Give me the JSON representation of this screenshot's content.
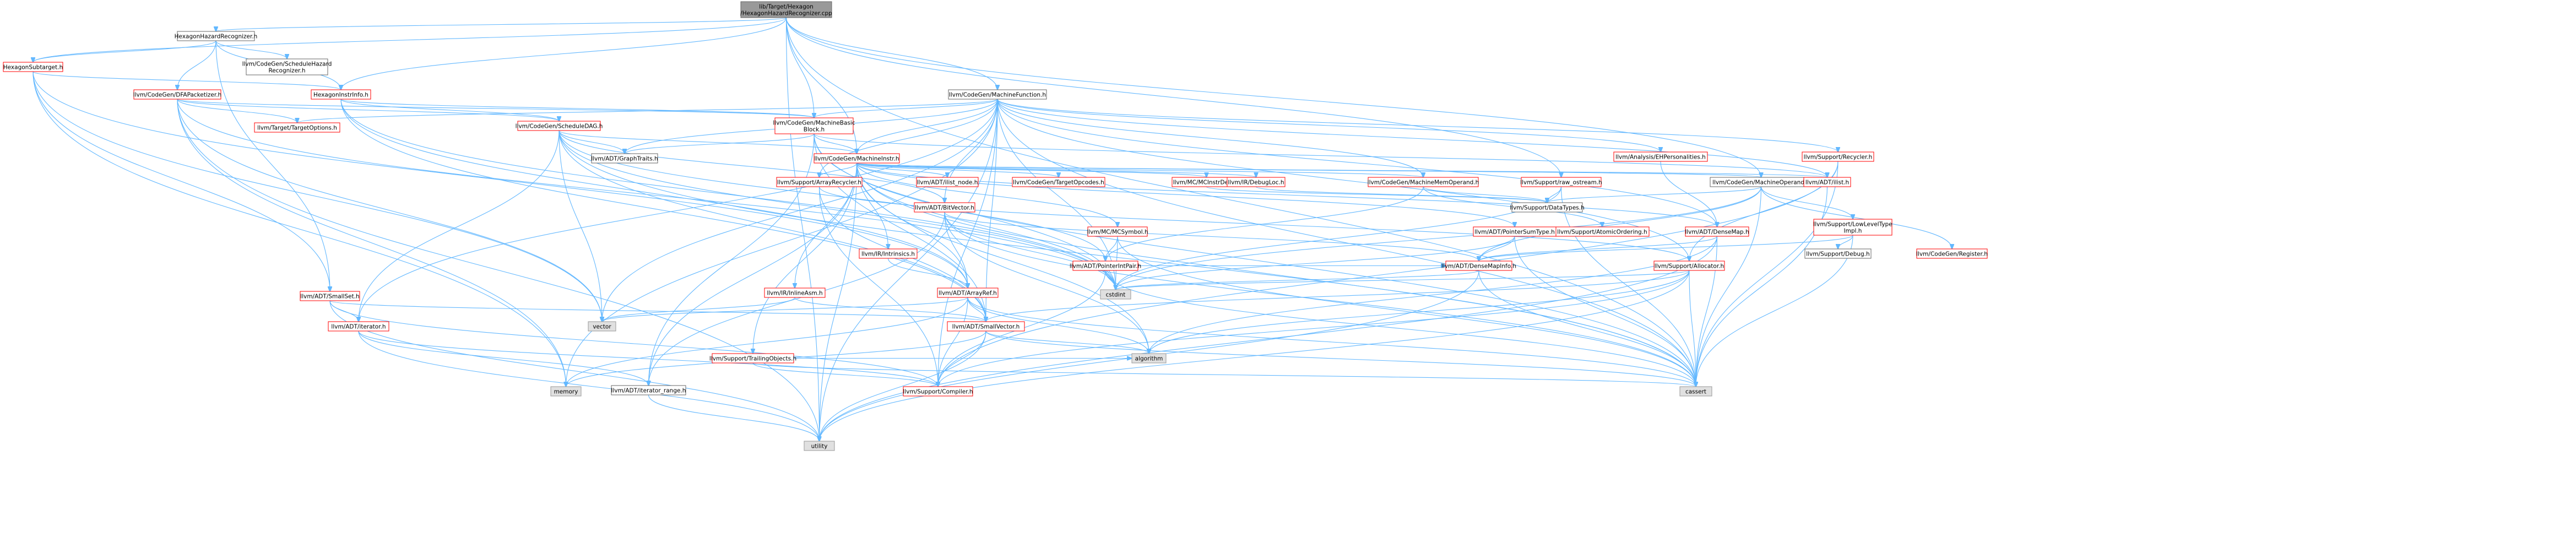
{
  "page_title": "",
  "colors": {
    "edge": "#63b8ff",
    "node_border_default": "#ff0000",
    "node_border_leaf": "#999999",
    "node_border_plain": "#666666",
    "node_fill_default": "#ffffff",
    "node_fill_root": "#999999",
    "node_fill_leaf": "#e0e0e0",
    "text": "#000000"
  },
  "nodes": [
    {
      "id": "root",
      "lines": [
        "lib/Target/Hexagon",
        "/HexagonHazardRecognizer.cpp"
      ],
      "kind": "root"
    },
    {
      "id": "hhr",
      "lines": [
        "HexagonHazardRecognizer.h"
      ],
      "kind": "plain"
    },
    {
      "id": "hst",
      "lines": [
        "HexagonSubtarget.h"
      ],
      "kind": "default"
    },
    {
      "id": "csh",
      "lines": [
        "llvm/CodeGen/ScheduleHazard",
        "Recognizer.h"
      ],
      "kind": "plain"
    },
    {
      "id": "hii",
      "lines": [
        "HexagonInstrInfo.h"
      ],
      "kind": "default"
    },
    {
      "id": "dfa",
      "lines": [
        "llvm/CodeGen/DFAPacketizer.h"
      ],
      "kind": "default"
    },
    {
      "id": "tto",
      "lines": [
        "llvm/Target/TargetOptions.h"
      ],
      "kind": "default"
    },
    {
      "id": "mf",
      "lines": [
        "llvm/CodeGen/MachineFunction.h"
      ],
      "kind": "plain"
    },
    {
      "id": "sdag",
      "lines": [
        "llvm/CodeGen/ScheduleDAG.h"
      ],
      "kind": "default"
    },
    {
      "id": "mbb",
      "lines": [
        "llvm/CodeGen/MachineBasic",
        "Block.h"
      ],
      "kind": "default"
    },
    {
      "id": "gt",
      "lines": [
        "llvm/ADT/GraphTraits.h"
      ],
      "kind": "plain"
    },
    {
      "id": "mi",
      "lines": [
        "llvm/CodeGen/MachineInstr.h"
      ],
      "kind": "default"
    },
    {
      "id": "ehp",
      "lines": [
        "llvm/Analysis/EHPersonalities.h"
      ],
      "kind": "default"
    },
    {
      "id": "mo",
      "lines": [
        "llvm/CodeGen/MachineOperand.h"
      ],
      "kind": "plain"
    },
    {
      "id": "rec",
      "lines": [
        "llvm/Support/Recycler.h"
      ],
      "kind": "default"
    },
    {
      "id": "ilist",
      "lines": [
        "llvm/ADT/ilist.h"
      ],
      "kind": "default"
    },
    {
      "id": "ar",
      "lines": [
        "llvm/Support/ArrayRecycler.h"
      ],
      "kind": "default"
    },
    {
      "id": "iln",
      "lines": [
        "llvm/ADT/ilist_node.h"
      ],
      "kind": "default"
    },
    {
      "id": "tgo",
      "lines": [
        "llvm/CodeGen/TargetOpcodes.h"
      ],
      "kind": "default"
    },
    {
      "id": "mcid",
      "lines": [
        "llvm/MC/MCInstrDesc.h"
      ],
      "kind": "default"
    },
    {
      "id": "dl",
      "lines": [
        "llvm/IR/DebugLoc.h"
      ],
      "kind": "default"
    },
    {
      "id": "mmo",
      "lines": [
        "llvm/CodeGen/MachineMemOperand.h"
      ],
      "kind": "default"
    },
    {
      "id": "ros",
      "lines": [
        "llvm/Support/raw_ostream.h"
      ],
      "kind": "default"
    },
    {
      "id": "dt",
      "lines": [
        "llvm/Support/DataTypes.h"
      ],
      "kind": "plain"
    },
    {
      "id": "ao",
      "lines": [
        "llvm/Support/AtomicOrdering.h"
      ],
      "kind": "default"
    },
    {
      "id": "llt",
      "lines": [
        "llvm/Support/LowLevelType",
        "Impl.h"
      ],
      "kind": "default"
    },
    {
      "id": "sdbg",
      "lines": [
        "llvm/Support/Debug.h"
      ],
      "kind": "plain"
    },
    {
      "id": "cgr",
      "lines": [
        "llvm/CodeGen/Register.h"
      ],
      "kind": "default"
    },
    {
      "id": "dm",
      "lines": [
        "llvm/ADT/DenseMap.h"
      ],
      "kind": "default"
    },
    {
      "id": "bv",
      "lines": [
        "llvm/ADT/BitVector.h"
      ],
      "kind": "default"
    },
    {
      "id": "mcs",
      "lines": [
        "llvm/MC/MCSymbol.h"
      ],
      "kind": "default"
    },
    {
      "id": "pst",
      "lines": [
        "llvm/ADT/PointerSumType.h"
      ],
      "kind": "default"
    },
    {
      "id": "alloc",
      "lines": [
        "llvm/Support/Allocator.h"
      ],
      "kind": "default"
    },
    {
      "id": "intr",
      "lines": [
        "llvm/IR/Intrinsics.h"
      ],
      "kind": "default"
    },
    {
      "id": "pip",
      "lines": [
        "llvm/ADT/PointerIntPair.h"
      ],
      "kind": "default"
    },
    {
      "id": "dmi",
      "lines": [
        "llvm/ADT/DenseMapInfo.h"
      ],
      "kind": "default"
    },
    {
      "id": "arf",
      "lines": [
        "llvm/ADT/ArrayRef.h"
      ],
      "kind": "default"
    },
    {
      "id": "ss",
      "lines": [
        "llvm/ADT/SmallSet.h"
      ],
      "kind": "default"
    },
    {
      "id": "iasm",
      "lines": [
        "llvm/IR/InlineAsm.h"
      ],
      "kind": "default"
    },
    {
      "id": "cstdint",
      "lines": [
        "cstdint"
      ],
      "kind": "leaf"
    },
    {
      "id": "it",
      "lines": [
        "llvm/ADT/iterator.h"
      ],
      "kind": "default"
    },
    {
      "id": "vector",
      "lines": [
        "vector"
      ],
      "kind": "leaf"
    },
    {
      "id": "sv",
      "lines": [
        "llvm/ADT/SmallVector.h"
      ],
      "kind": "default"
    },
    {
      "id": "sto",
      "lines": [
        "llvm/Support/TrailingObjects.h"
      ],
      "kind": "default"
    },
    {
      "id": "memory",
      "lines": [
        "memory"
      ],
      "kind": "leaf"
    },
    {
      "id": "itr",
      "lines": [
        "llvm/ADT/iterator_range.h"
      ],
      "kind": "plain"
    },
    {
      "id": "algorithm",
      "lines": [
        "algorithm"
      ],
      "kind": "leaf"
    },
    {
      "id": "comp",
      "lines": [
        "llvm/Support/Compiler.h"
      ],
      "kind": "default"
    },
    {
      "id": "cassert",
      "lines": [
        "cassert"
      ],
      "kind": "leaf"
    },
    {
      "id": "utility",
      "lines": [
        "utility"
      ],
      "kind": "leaf"
    }
  ],
  "edges": [
    [
      "root",
      "hhr"
    ],
    [
      "root",
      "hii"
    ],
    [
      "root",
      "hst"
    ],
    [
      "root",
      "mf"
    ],
    [
      "root",
      "mbb"
    ],
    [
      "root",
      "mi"
    ],
    [
      "root",
      "mo"
    ],
    [
      "root",
      "ros"
    ],
    [
      "root",
      "cassert"
    ],
    [
      "root",
      "utility"
    ],
    [
      "hhr",
      "csh"
    ],
    [
      "hhr",
      "hst"
    ],
    [
      "hhr",
      "dfa"
    ],
    [
      "hhr",
      "hii"
    ],
    [
      "hhr",
      "ss"
    ],
    [
      "hst",
      "hii"
    ],
    [
      "hst",
      "ss"
    ],
    [
      "hst",
      "vector"
    ],
    [
      "hst",
      "memory"
    ],
    [
      "hst",
      "arf"
    ],
    [
      "hii",
      "mbb"
    ],
    [
      "hii",
      "sdag"
    ],
    [
      "hii",
      "arf"
    ],
    [
      "hii",
      "sv"
    ],
    [
      "hii",
      "cstdint"
    ],
    [
      "dfa",
      "mbb"
    ],
    [
      "dfa",
      "sdag"
    ],
    [
      "dfa",
      "tto"
    ],
    [
      "dfa",
      "cstdint"
    ],
    [
      "dfa",
      "map"
    ],
    [
      "dfa",
      "memory"
    ],
    [
      "dfa",
      "utility"
    ],
    [
      "dfa",
      "vector"
    ],
    [
      "mf",
      "mbb"
    ],
    [
      "mf",
      "mi"
    ],
    [
      "mf",
      "mmo"
    ],
    [
      "mf",
      "ehp"
    ],
    [
      "mf",
      "rec"
    ],
    [
      "mf",
      "ar"
    ],
    [
      "mf",
      "bv"
    ],
    [
      "mf",
      "dm"
    ],
    [
      "mf",
      "gt"
    ],
    [
      "mf",
      "sv"
    ],
    [
      "mf",
      "ilist"
    ],
    [
      "mf",
      "it"
    ],
    [
      "mf",
      "alloc"
    ],
    [
      "mf",
      "comp"
    ],
    [
      "mf",
      "cassert"
    ],
    [
      "mf",
      "cstdint"
    ],
    [
      "mf",
      "memory"
    ],
    [
      "mf",
      "utility"
    ],
    [
      "mf",
      "vector"
    ],
    [
      "mf",
      "tto"
    ],
    [
      "sdag",
      "mi"
    ],
    [
      "sdag",
      "bv"
    ],
    [
      "sdag",
      "pip"
    ],
    [
      "sdag",
      "sv"
    ],
    [
      "sdag",
      "gt"
    ],
    [
      "sdag",
      "it"
    ],
    [
      "sdag",
      "cassert"
    ],
    [
      "sdag",
      "cstdint"
    ],
    [
      "sdag",
      "vector"
    ],
    [
      "mbb",
      "mi"
    ],
    [
      "mbb",
      "gt"
    ],
    [
      "mbb",
      "ilist"
    ],
    [
      "mbb",
      "sv"
    ],
    [
      "mbb",
      "itr"
    ],
    [
      "mbb",
      "cassert"
    ],
    [
      "mbb",
      "cstdint"
    ],
    [
      "mi",
      "mo"
    ],
    [
      "mi",
      "mmo"
    ],
    [
      "mi",
      "ar"
    ],
    [
      "mi",
      "dm"
    ],
    [
      "mi",
      "pst"
    ],
    [
      "mi",
      "iln"
    ],
    [
      "mi",
      "itr"
    ],
    [
      "mi",
      "tgo"
    ],
    [
      "mi",
      "mcid"
    ],
    [
      "mi",
      "mcs"
    ],
    [
      "mi",
      "dl"
    ],
    [
      "mi",
      "iasm"
    ],
    [
      "mi",
      "intr"
    ],
    [
      "mi",
      "arf"
    ],
    [
      "mi",
      "sto"
    ],
    [
      "mi",
      "ilist"
    ],
    [
      "mi",
      "cassert"
    ],
    [
      "mi",
      "cstdint"
    ],
    [
      "mi",
      "utility"
    ],
    [
      "mi",
      "algorithm"
    ],
    [
      "mo",
      "ilist"
    ],
    [
      "mo",
      "dmi"
    ],
    [
      "mo",
      "llt"
    ],
    [
      "mo",
      "cgr"
    ],
    [
      "mo",
      "dt"
    ],
    [
      "mo",
      "cassert"
    ],
    [
      "mo",
      "cstdint"
    ],
    [
      "ehp",
      "dm"
    ],
    [
      "rec",
      "alloc"
    ],
    [
      "rec",
      "comp"
    ],
    [
      "rec",
      "cassert"
    ],
    [
      "ilist",
      "cassert"
    ],
    [
      "ar",
      "sv"
    ],
    [
      "ar",
      "alloc"
    ],
    [
      "ar",
      "comp"
    ],
    [
      "mmo",
      "ao"
    ],
    [
      "mmo",
      "dt"
    ],
    [
      "mmo",
      "pip"
    ],
    [
      "ros",
      "dt"
    ],
    [
      "ros",
      "cassert"
    ],
    [
      "ros",
      "cstdint"
    ],
    [
      "dl",
      "dt"
    ],
    [
      "mcid",
      "dt"
    ],
    [
      "llt",
      "sdbg"
    ],
    [
      "llt",
      "cassert"
    ],
    [
      "llt",
      "dmi"
    ],
    [
      "dm",
      "dmi"
    ],
    [
      "dm",
      "algorithm"
    ],
    [
      "dm",
      "cassert"
    ],
    [
      "dm",
      "utility"
    ],
    [
      "bv",
      "arf"
    ],
    [
      "bv",
      "dmi"
    ],
    [
      "bv",
      "itr"
    ],
    [
      "bv",
      "algorithm"
    ],
    [
      "bv",
      "cassert"
    ],
    [
      "bv",
      "cstdint"
    ],
    [
      "mcs",
      "pip"
    ],
    [
      "mcs",
      "cstdint"
    ],
    [
      "mcs",
      "cassert"
    ],
    [
      "pst",
      "dmi"
    ],
    [
      "pst",
      "cassert"
    ],
    [
      "pst",
      "cstdint"
    ],
    [
      "alloc",
      "comp"
    ],
    [
      "alloc",
      "sv"
    ],
    [
      "alloc",
      "cassert"
    ],
    [
      "alloc",
      "cstdint"
    ],
    [
      "alloc",
      "algorithm"
    ],
    [
      "alloc",
      "utility"
    ],
    [
      "intr",
      "arf"
    ],
    [
      "pip",
      "dmi"
    ],
    [
      "pip",
      "comp"
    ],
    [
      "pip",
      "cassert"
    ],
    [
      "pip",
      "cstdint"
    ],
    [
      "dmi",
      "cassert"
    ],
    [
      "dmi",
      "cstdint"
    ],
    [
      "dmi",
      "utility"
    ],
    [
      "arf",
      "sv"
    ],
    [
      "arf",
      "comp"
    ],
    [
      "arf",
      "algorithm"
    ],
    [
      "arf",
      "cassert"
    ],
    [
      "arf",
      "memory"
    ],
    [
      "arf",
      "vector"
    ],
    [
      "ss",
      "sv"
    ],
    [
      "ss",
      "it"
    ],
    [
      "ss",
      "comp"
    ],
    [
      "ss",
      "utility"
    ],
    [
      "iasm",
      "sv"
    ],
    [
      "iasm",
      "vector"
    ],
    [
      "it",
      "itr"
    ],
    [
      "it",
      "utility"
    ],
    [
      "it",
      "comp"
    ],
    [
      "sv",
      "comp"
    ],
    [
      "sv",
      "algorithm"
    ],
    [
      "sv",
      "cassert"
    ],
    [
      "sv",
      "memory"
    ],
    [
      "sv",
      "utility"
    ],
    [
      "sto",
      "comp"
    ],
    [
      "sto",
      "algorithm"
    ],
    [
      "sto",
      "cassert"
    ],
    [
      "itr",
      "utility"
    ]
  ]
}
